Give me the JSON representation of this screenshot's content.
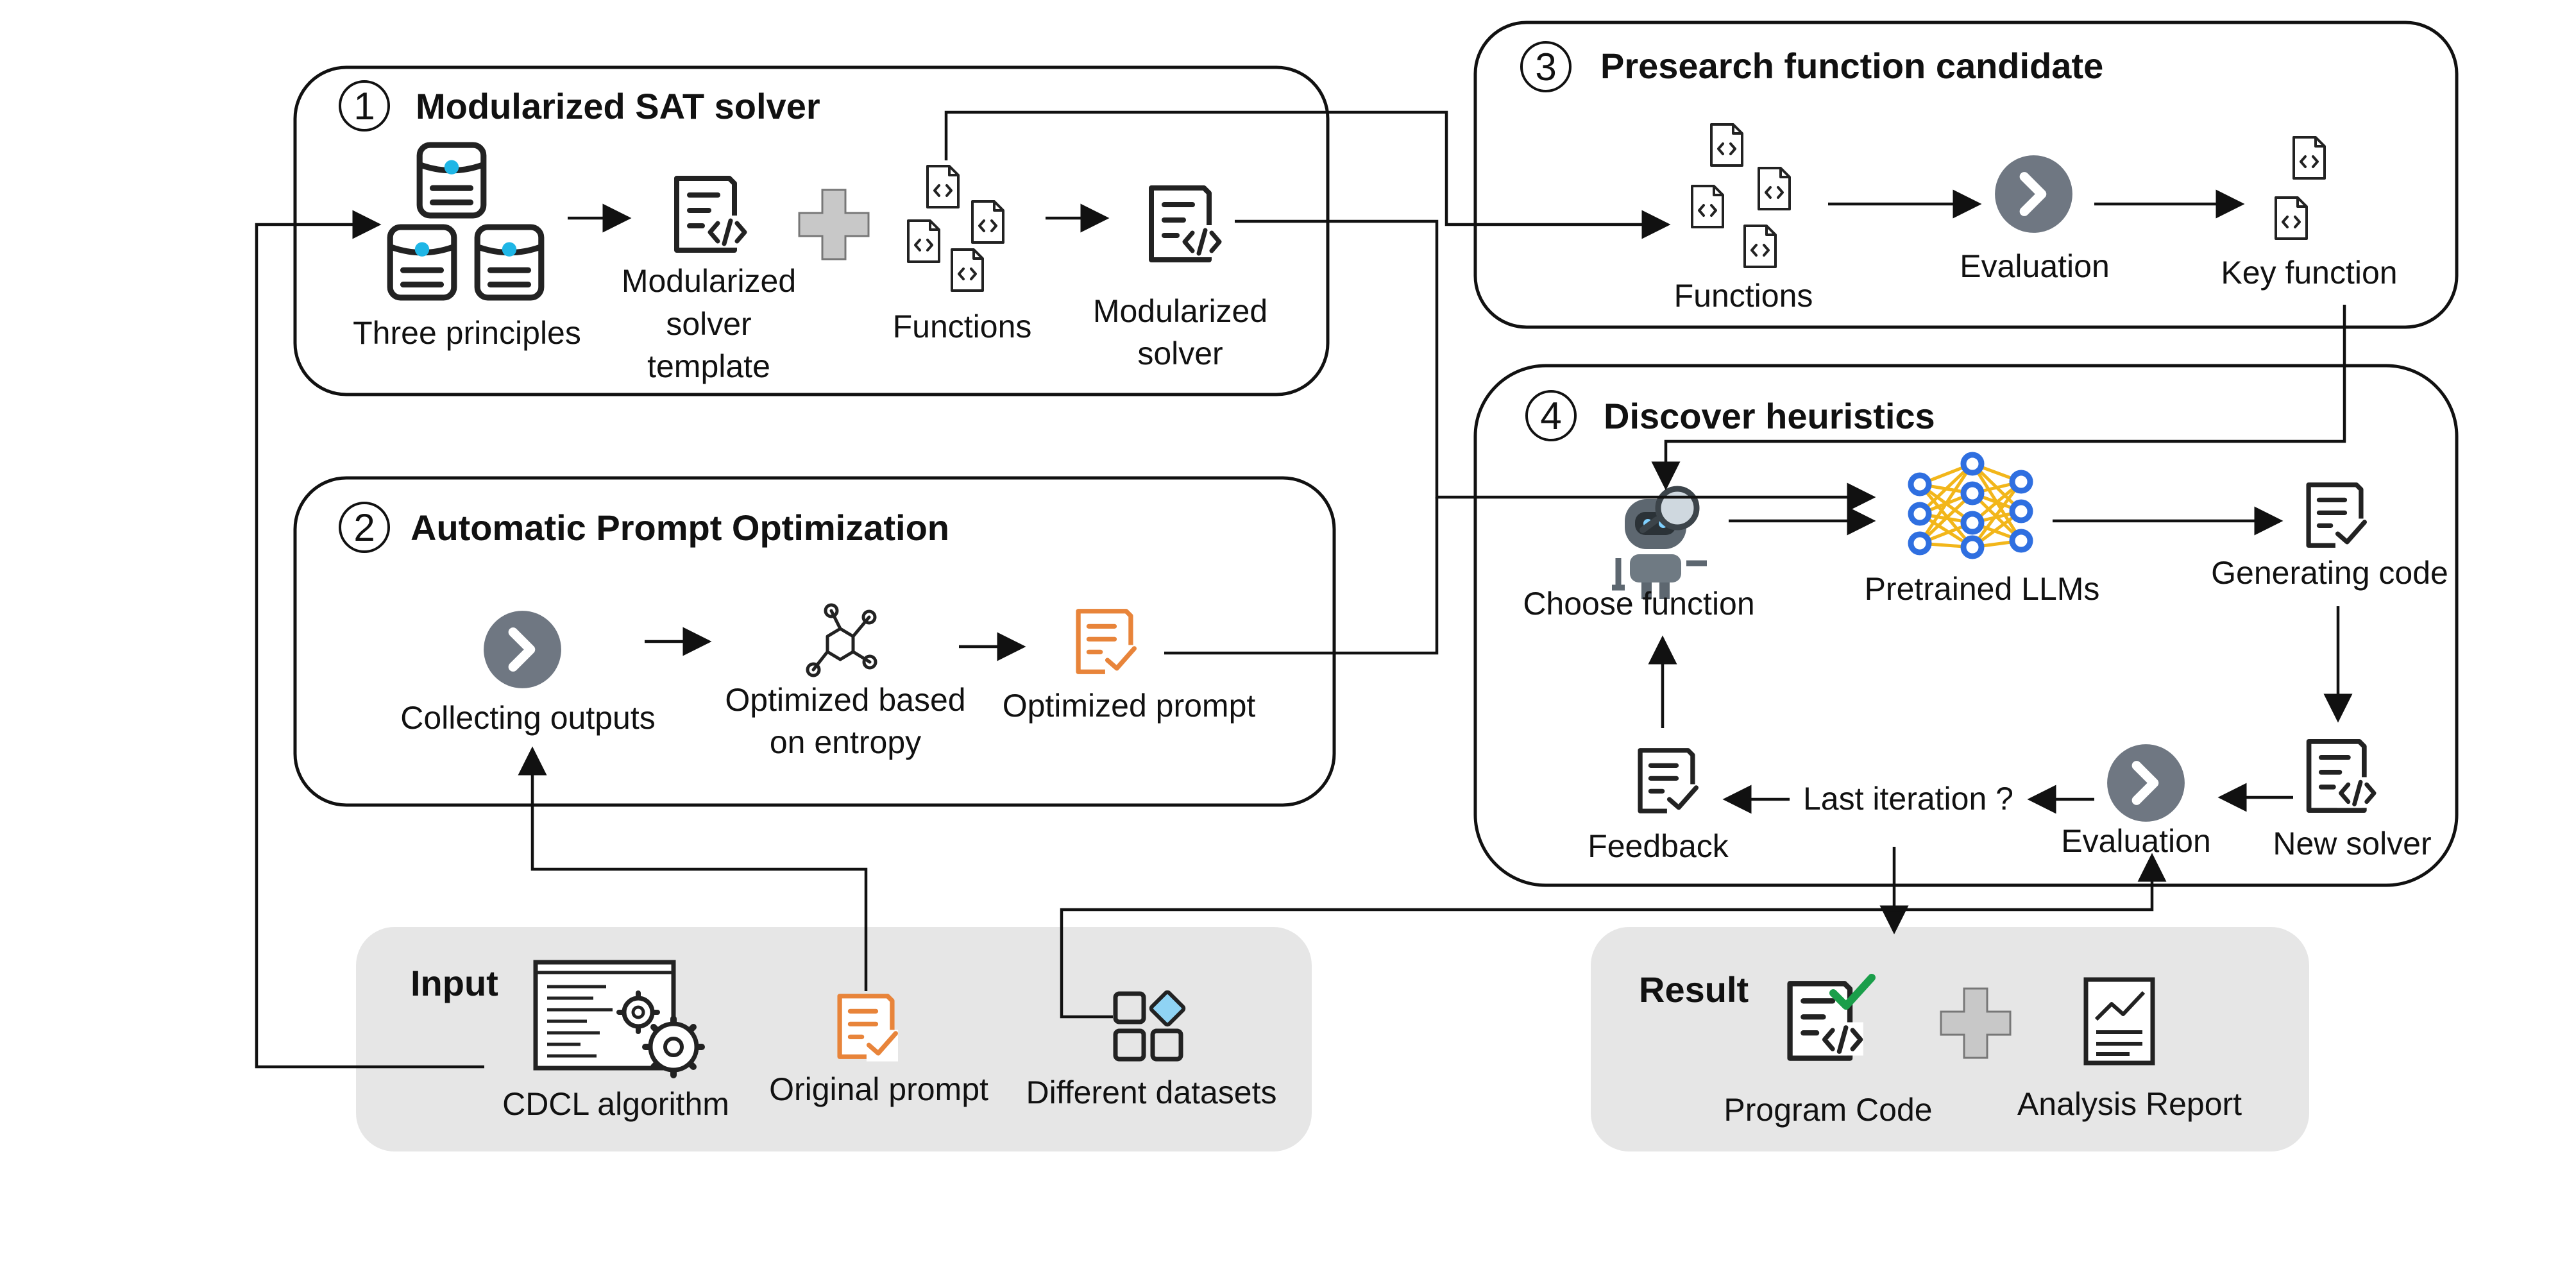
{
  "panels": {
    "p1": {
      "number": "1",
      "title": "Modularized SAT solver"
    },
    "p2": {
      "number": "2",
      "title": "Automatic Prompt Optimization"
    },
    "p3": {
      "number": "3",
      "title": "Presearch function candidate"
    },
    "p4": {
      "number": "4",
      "title": "Discover heuristics"
    },
    "input": {
      "title": "Input"
    },
    "result": {
      "title": "Result"
    }
  },
  "labels": {
    "three_principles": "Three principles",
    "template_1": "Modularized",
    "template_2": "solver",
    "template_3": "template",
    "functions": "Functions",
    "mod_solver_1": "Modularized",
    "mod_solver_2": "solver",
    "collecting_outputs": "Collecting outputs",
    "optimized_entropy_1": "Optimized based",
    "optimized_entropy_2": "on entropy",
    "optimized_prompt": "Optimized prompt",
    "p3_functions": "Functions",
    "p3_evaluation": "Evaluation",
    "key_function": "Key function",
    "choose_function": "Choose function",
    "pretrained_llms": "Pretrained LLMs",
    "generating_code": "Generating code",
    "feedback": "Feedback",
    "last_iteration": "Last iteration ?",
    "p4_evaluation": "Evaluation",
    "new_solver": "New solver",
    "cdcl_algorithm": "CDCL algorithm",
    "original_prompt": "Original prompt",
    "different_datasets": "Different datasets",
    "program_code": "Program Code",
    "analysis_report": "Analysis Report"
  },
  "colors": {
    "accent_orange": "#e8843a",
    "accent_blue": "#2f6fe0",
    "accent_cyan": "#1fb6e6",
    "accent_green": "#1a9e4a",
    "eval_gray": "#6f7782",
    "plus_gray": "#c8c8c8",
    "panel_gray": "#e6e6e6"
  },
  "icons": {
    "principles": "document-stack-icon",
    "template": "code-document-icon",
    "plus": "plus-icon",
    "functions": "code-file-icon",
    "evaluation": "chevron-circle-icon",
    "network": "molecule-network-icon",
    "prompt": "checklist-icon",
    "robot": "robot-magnifier-icon",
    "llm": "neural-network-icon",
    "cdcl": "code-window-gears-icon",
    "datasets": "grid-squares-icon",
    "report": "line-chart-report-icon"
  }
}
